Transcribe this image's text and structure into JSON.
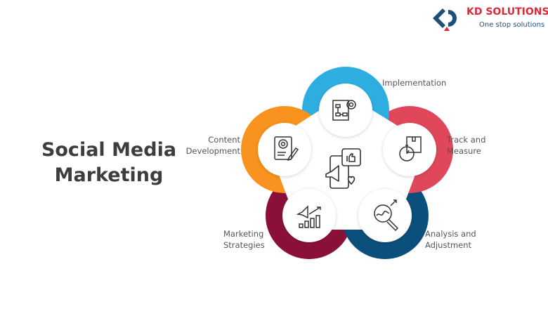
{
  "logo": {
    "brand": "KD SOLUTIONS",
    "tagline": "One stop solutions"
  },
  "title": {
    "line1": "Social Media",
    "line2": "Marketing"
  },
  "steps": [
    {
      "label_lines": [
        "Implementation"
      ],
      "color": "#2eaee0",
      "icon": "workflow-gear-icon"
    },
    {
      "label_lines": [
        "Track and",
        "Measure"
      ],
      "color": "#e0475a",
      "icon": "stopwatch-package-icon"
    },
    {
      "label_lines": [
        "Analysis and",
        "Adjustment"
      ],
      "color": "#0b4f7c",
      "icon": "magnifier-analysis-icon"
    },
    {
      "label_lines": [
        "Marketing",
        "Strategies"
      ],
      "color": "#8b1039",
      "icon": "megaphone-growth-icon"
    },
    {
      "label_lines": [
        "Content",
        "Development"
      ],
      "color": "#f7931e",
      "icon": "document-gear-icon"
    }
  ],
  "center_icon": "phone-megaphone-like-icon"
}
